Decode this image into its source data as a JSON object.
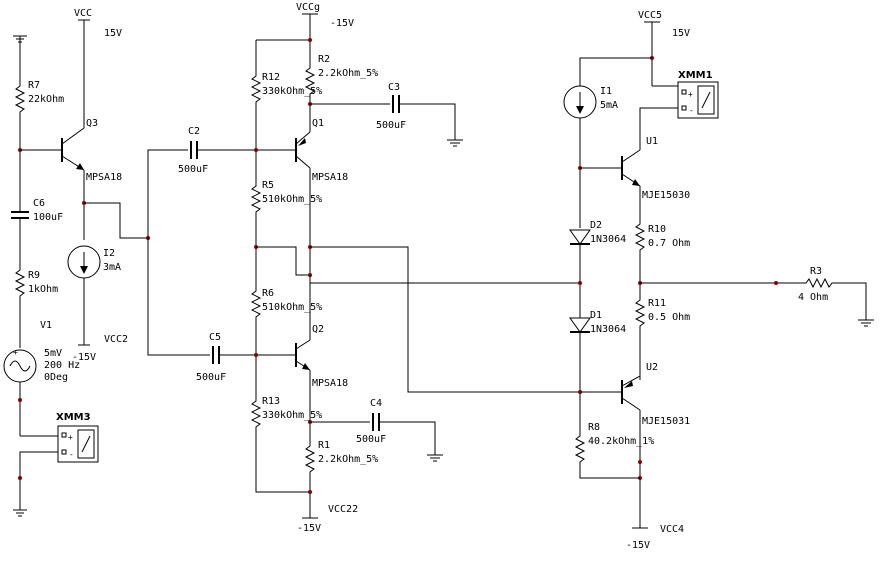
{
  "components": {
    "r7": {
      "name": "R7",
      "value": "22kOhm"
    },
    "r9": {
      "name": "R9",
      "value": "1kOhm"
    },
    "c6": {
      "name": "C6",
      "value": "100uF"
    },
    "v1": {
      "name": "V1",
      "line1": "5mV",
      "line2": "200 Hz",
      "line3": "0Deg"
    },
    "q3": {
      "name": "Q3",
      "model": "MPSA18"
    },
    "i2": {
      "name": "I2",
      "value": "3mA"
    },
    "vcc_top_left": {
      "name": "VCC",
      "value": "15V"
    },
    "vcc2": {
      "name": "VCC2",
      "value": "-15V"
    },
    "c2": {
      "name": "C2",
      "value": "500uF"
    },
    "c5": {
      "name": "C5",
      "value": "500uF"
    },
    "vccg": {
      "name": "VCCg",
      "value": "-15V"
    },
    "r12": {
      "name": "R12",
      "value": "330kOhm_5%"
    },
    "r2": {
      "name": "R2",
      "value": "2.2kOhm_5%"
    },
    "c3": {
      "name": "C3",
      "value": "500uF"
    },
    "q1": {
      "name": "Q1",
      "model": "MPSA18"
    },
    "r5": {
      "name": "R5",
      "value": "510kOhm_5%"
    },
    "r6": {
      "name": "R6",
      "value": "510kOhm_5%"
    },
    "q2": {
      "name": "Q2",
      "model": "MPSA18"
    },
    "r13": {
      "name": "R13",
      "value": "330kOhm_5%"
    },
    "c4": {
      "name": "C4",
      "value": "500uF"
    },
    "r1": {
      "name": "R1",
      "value": "2.2kOhm_5%"
    },
    "vcc22": {
      "name": "VCC22",
      "value": "-15V"
    },
    "vcc5": {
      "name": "VCC5",
      "value": "15V"
    },
    "i1": {
      "name": "I1",
      "value": "5mA"
    },
    "xmm1": {
      "name": "XMM1"
    },
    "xmm3": {
      "name": "XMM3"
    },
    "u1": {
      "name": "U1",
      "model": "MJE15030"
    },
    "r10": {
      "name": "R10",
      "value": "0.7 Ohm"
    },
    "d2": {
      "name": "D2",
      "model": "1N3064"
    },
    "d1": {
      "name": "D1",
      "model": "1N3064"
    },
    "r11": {
      "name": "R11",
      "value": "0.5 Ohm"
    },
    "u2": {
      "name": "U2",
      "model": "MJE15031"
    },
    "r8": {
      "name": "R8",
      "value": "40.2kOhm_1%"
    },
    "vcc4": {
      "name": "VCC4",
      "value": "-15V"
    },
    "r3": {
      "name": "R3",
      "value": "4 Ohm"
    }
  },
  "meter_marks": {
    "plus": "+",
    "minus": "-"
  }
}
